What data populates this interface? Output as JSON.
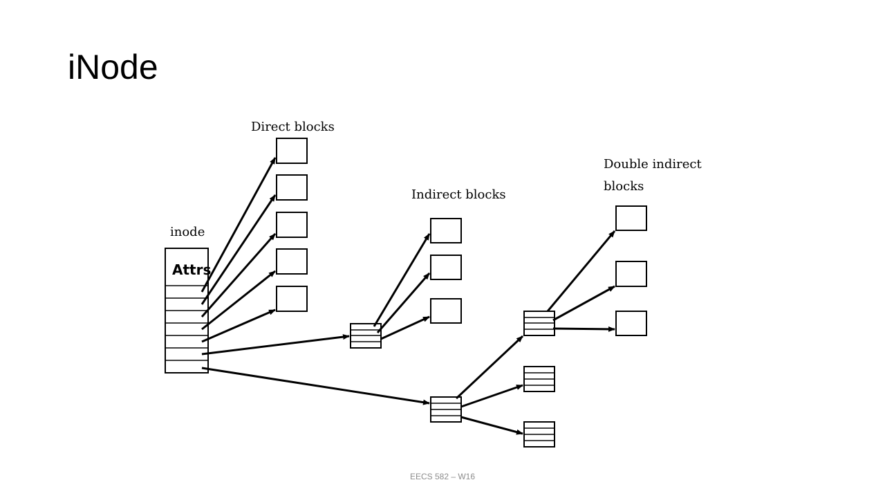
{
  "slide": {
    "title": "iNode",
    "footer": "EECS 582 – W16"
  },
  "diagram": {
    "labels": {
      "inode": "inode",
      "attrs": "Attrs",
      "direct_blocks": "Direct blocks",
      "indirect_blocks": "Indirect blocks",
      "double_indirect_line1": "Double indirect",
      "double_indirect_line2": "blocks"
    },
    "colors": {
      "stroke": "#000000",
      "footer_text": "#8c8c8c",
      "background": "#ffffff"
    }
  }
}
